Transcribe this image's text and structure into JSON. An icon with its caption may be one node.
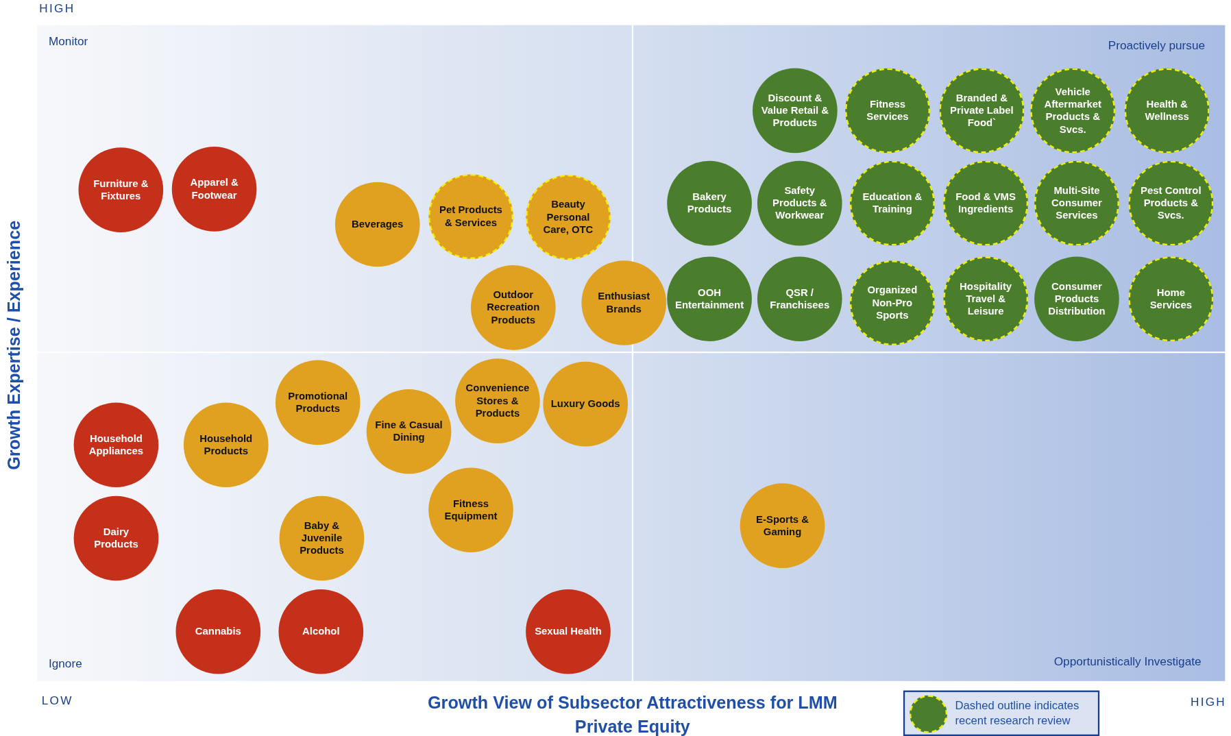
{
  "diagram": {
    "nodes": [
      {
        "text": [
          "Discount & Value Retail & Products"
        ]
      },
      {
        "text": [
          "Fitness Services"
        ]
      },
      {
        "text": [
          "Branded & Private Label Food`"
        ]
      },
      {
        "text": [
          "Vehicle Aftermarket Products & Svcs."
        ]
      },
      {
        "text": [
          "Health & Wellness"
        ]
      },
      {
        "text": [
          "Furniture & Fixtures"
        ]
      },
      {
        "text": [
          "Apparel & Footwear"
        ]
      },
      {
        "text": [
          "Bakery Products"
        ]
      },
      {
        "text": [
          "Safety Products & Workwear"
        ]
      },
      {
        "text": [
          "Education & Training"
        ]
      },
      {
        "text": [
          "Food & VMS Ingredients"
        ]
      },
      {
        "text": [
          "Multi-Site Consumer Services"
        ]
      },
      {
        "text": [
          "Pest Control Products & Svcs."
        ]
      },
      {
        "text": [
          "Beverages"
        ]
      },
      {
        "text": [
          "Pet Products & Services"
        ]
      },
      {
        "text": [
          "Beauty Personal Care, OTC"
        ]
      },
      {
        "text": [
          "Outdoor Recreation Products"
        ]
      },
      {
        "text": [
          "Enthusiast Brands"
        ]
      },
      {
        "text": [
          "OOH Entertainment"
        ]
      },
      {
        "text": [
          "QSR / Franchisees"
        ]
      },
      {
        "text": [
          "Organized Non-Pro Sports"
        ]
      },
      {
        "text": [
          "Hospitality Travel & Leisure"
        ]
      },
      {
        "text": [
          "Consumer Products Distribution"
        ]
      },
      {
        "text": [
          "Home Services"
        ]
      },
      {
        "text": [
          "Promotional Products"
        ]
      },
      {
        "text": [
          "Convenience Stores & Products"
        ]
      },
      {
        "text": [
          "Luxury Goods"
        ]
      },
      {
        "text": [
          "Fine & Casual Dining"
        ]
      },
      {
        "text": [
          "Household Appliances"
        ]
      },
      {
        "text": [
          "Household Products"
        ]
      },
      {
        "text": [
          "Fitness Equipment"
        ]
      },
      {
        "text": [
          "E-Sports & Gaming"
        ]
      },
      {
        "text": [
          "Dairy Products"
        ]
      },
      {
        "text": [
          "Baby & Juvenile Products"
        ]
      },
      {
        "text": [
          "Cannabis"
        ]
      },
      {
        "text": [
          "Alcohol"
        ]
      },
      {
        "text": [
          "Sexual Health"
        ]
      }
    ],
    "labels": [
      "HIGH",
      "Monitor",
      "Proactively pursue",
      "Growth Expertise / Experience",
      "Ignore",
      "Opportunistically Investigate",
      "LOW",
      "Growth View of Subsector Attractiveness for LMM Private Equity",
      "HIGH"
    ],
    "legend": [
      {
        "text": "Dashed outline indicates recent research review"
      }
    ]
  }
}
